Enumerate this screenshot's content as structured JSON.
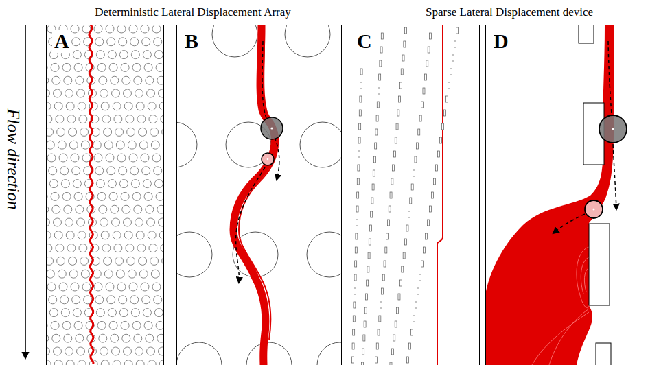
{
  "diagram": {
    "nodes": [
      {
        "text": [
          "A"
        ]
      },
      {
        "text": [
          "B"
        ]
      },
      {
        "text": [
          "C"
        ]
      },
      {
        "text": [
          "D"
        ]
      }
    ],
    "labels": [
      "Deterministic Lateral Displacement Array",
      "Sparse Lateral Displacement device",
      "Flow direction"
    ]
  }
}
